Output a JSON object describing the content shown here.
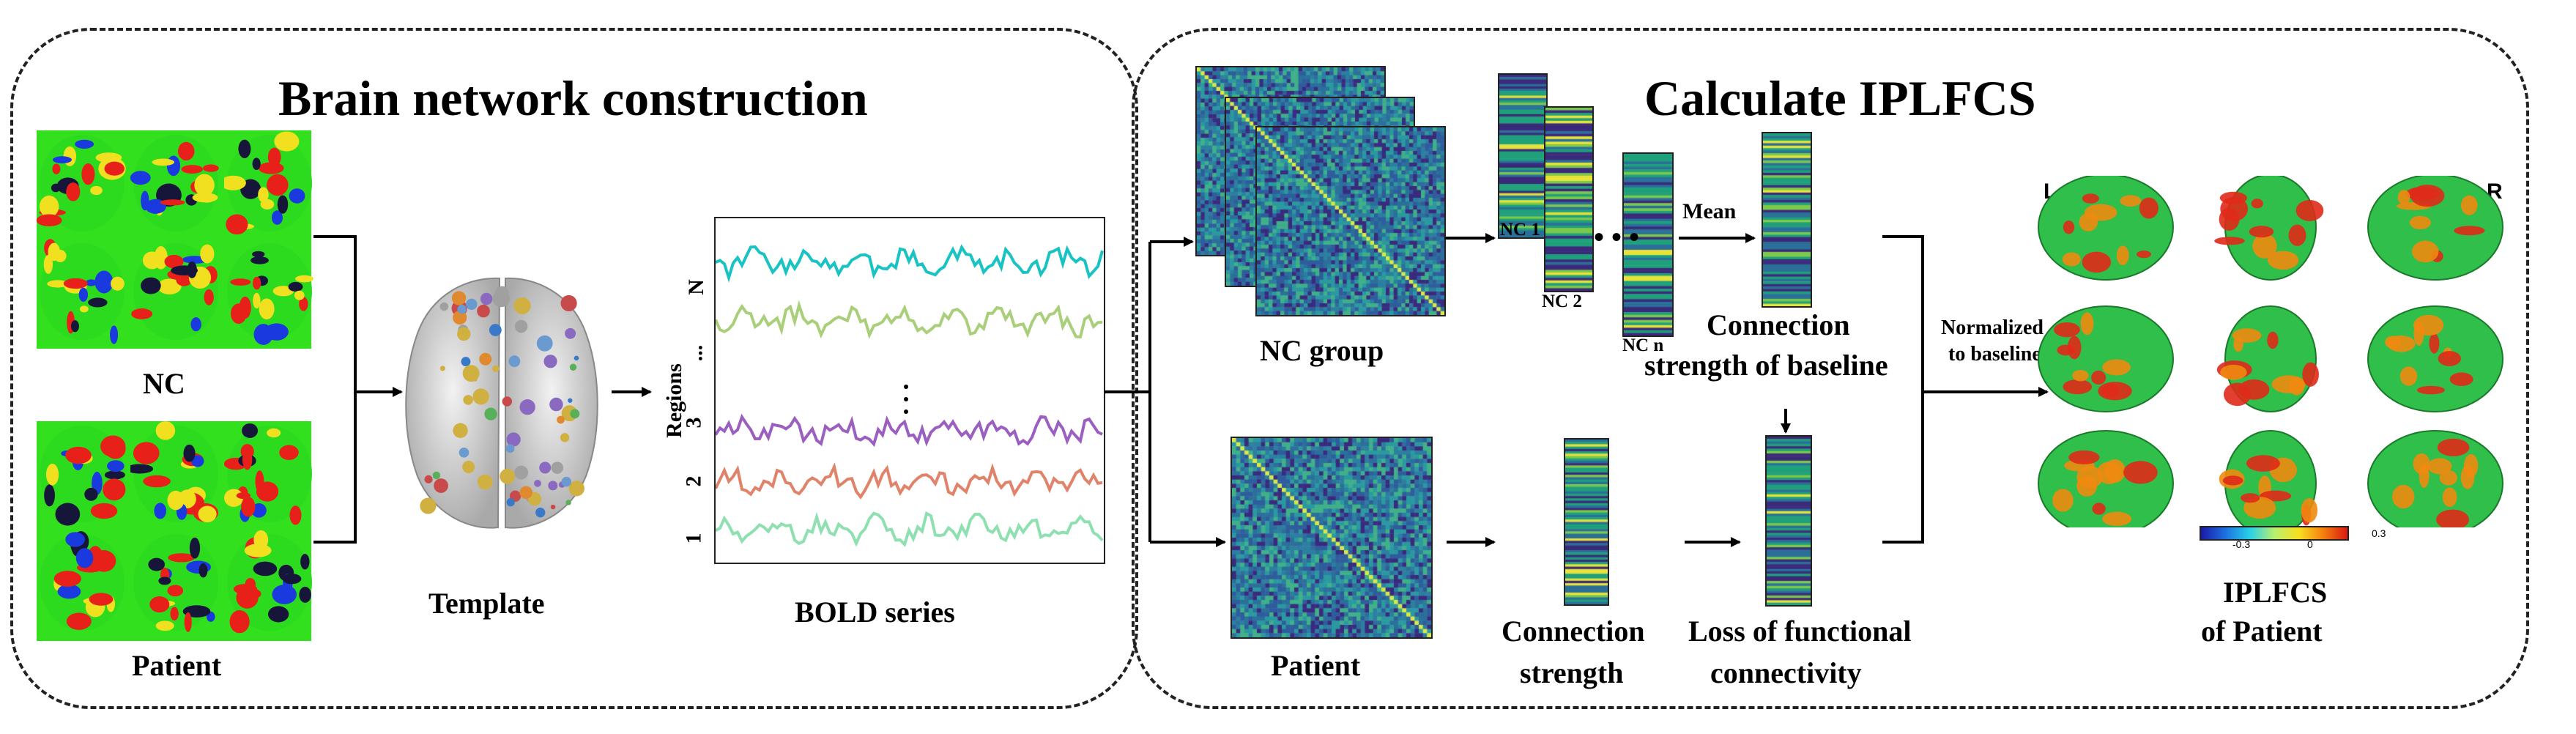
{
  "left_panel": {
    "title": "Brain network construction",
    "nc_label": "NC",
    "patient_label": "Patient",
    "template_label": "Template",
    "bold_label": "BOLD series",
    "axis_ylabel": "Regions",
    "axis_ticks": [
      "N",
      "...",
      "3",
      "2",
      "1"
    ]
  },
  "right_panel": {
    "title": "Calculate IPLFCS",
    "nc_group_label": "NC  group",
    "patient_matrix_label": "Patient",
    "nc_strip_labels": [
      "NC 1",
      "NC 2",
      "NC n"
    ],
    "mean_label": "Mean",
    "baseline_label_1": "Connection",
    "baseline_label_2": "strength of baseline",
    "strength_label_1": "Connection",
    "strength_label_2": "strength",
    "loss_label_1": "Loss of functional",
    "loss_label_2": "connectivity",
    "normalized_label_1": "Normalized",
    "normalized_label_2": "to baseline",
    "hemi_left": "L",
    "hemi_right": "R",
    "colorbar_ticks": [
      "-0.3",
      "0",
      "0.3"
    ],
    "iplfcs_label_1": "IPLFCS",
    "iplfcs_label_2": "of Patient"
  },
  "colors": {
    "matrix_bg": "#2f7fa0",
    "strip_dark": "#3b2a7a",
    "strip_green": "#1fa07a",
    "strip_yellow": "#e6e23a",
    "brain_green": "#2fbf4a",
    "brain_red": "#e02a1a",
    "brain_orange": "#f08a10",
    "series": [
      "#19c3c3",
      "#a9cf7a",
      "#9a5fc0",
      "#e0836a",
      "#8fe0b0"
    ]
  }
}
